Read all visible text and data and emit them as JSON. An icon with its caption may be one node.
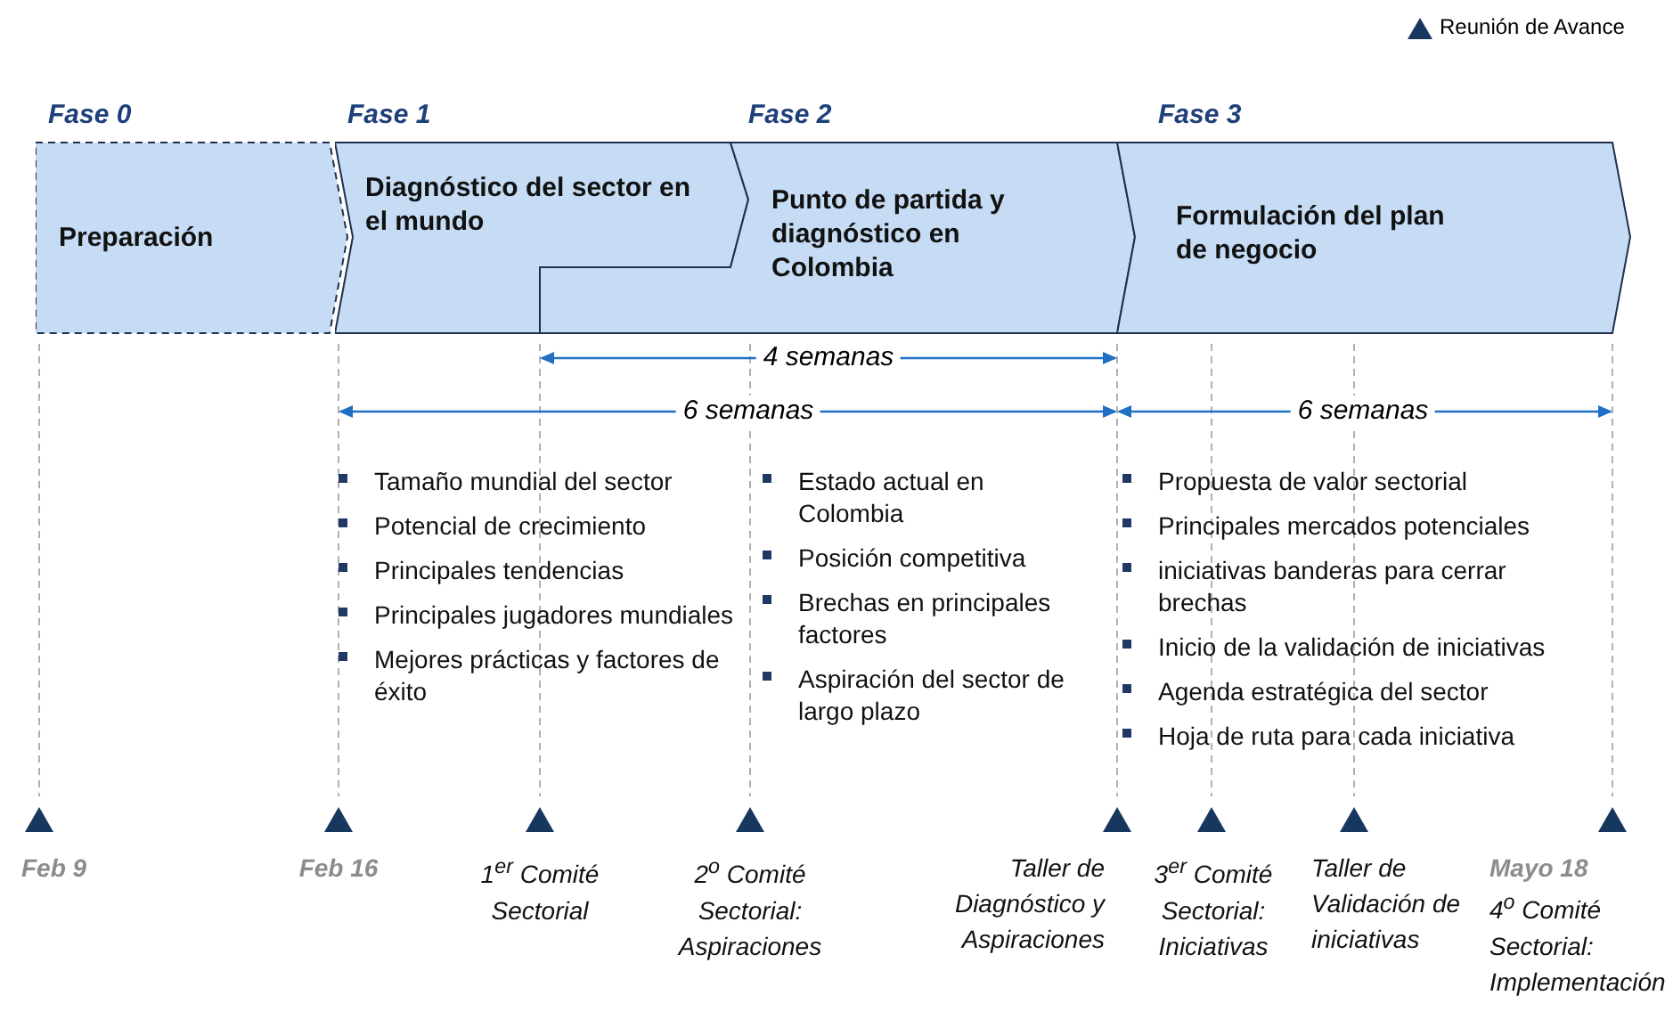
{
  "diagram": {
    "nodes": [
      {
        "text": [
          "Fase 0",
          "Preparación"
        ]
      },
      {
        "text": [
          "Fase 1",
          "Diagnóstico del sector en el mundo"
        ]
      },
      {
        "text": [
          "Fase 2",
          "Punto de partida y diagnóstico en Colombia"
        ]
      },
      {
        "text": [
          "Fase 3",
          "Formulación del plan de negocio"
        ]
      },
      {
        "text": [
          "Feb 9"
        ]
      },
      {
        "text": [
          "Feb 16"
        ]
      },
      {
        "text": [
          "1$^{er}$ Comité Sectorial"
        ]
      },
      {
        "text": [
          "2$^{o}$ Comité Sectorial: Aspiraciones"
        ]
      },
      {
        "text": [
          "Taller de Diagnóstico y Aspiraciones"
        ]
      },
      {
        "text": [
          "3$^{er}$ Comité Sectorial: Iniciativas"
        ]
      },
      {
        "text": [
          "Taller de Validación de iniciativas"
        ]
      },
      {
        "text": [
          "Mayo 18",
          "4$^{o}$ Comité Sectorial: Implementación"
        ]
      }
    ],
    "labels": [
      "4 semanas",
      "6 semanas",
      "6 semanas",
      "Tamaño mundial del sector",
      "Potencial de crecimiento",
      "Principales tendencias",
      "Principales jugadores mundiales",
      "Mejores prácticas y factores de éxito",
      "Estado actual en Colombia",
      "Posición competitiva",
      "Brechas en principales factores",
      "Aspiración del sector de largo plazo",
      "Propuesta de valor sectorial",
      "Principales mercados potenciales",
      "iniciativas banderas para cerrar brechas",
      "Inicio de la validación de iniciativas",
      "Agenda estratégica del sector",
      "Hoja de ruta para cada iniciativa"
    ],
    "legend": [
      {
        "text": "Reunión de Avance"
      }
    ]
  }
}
